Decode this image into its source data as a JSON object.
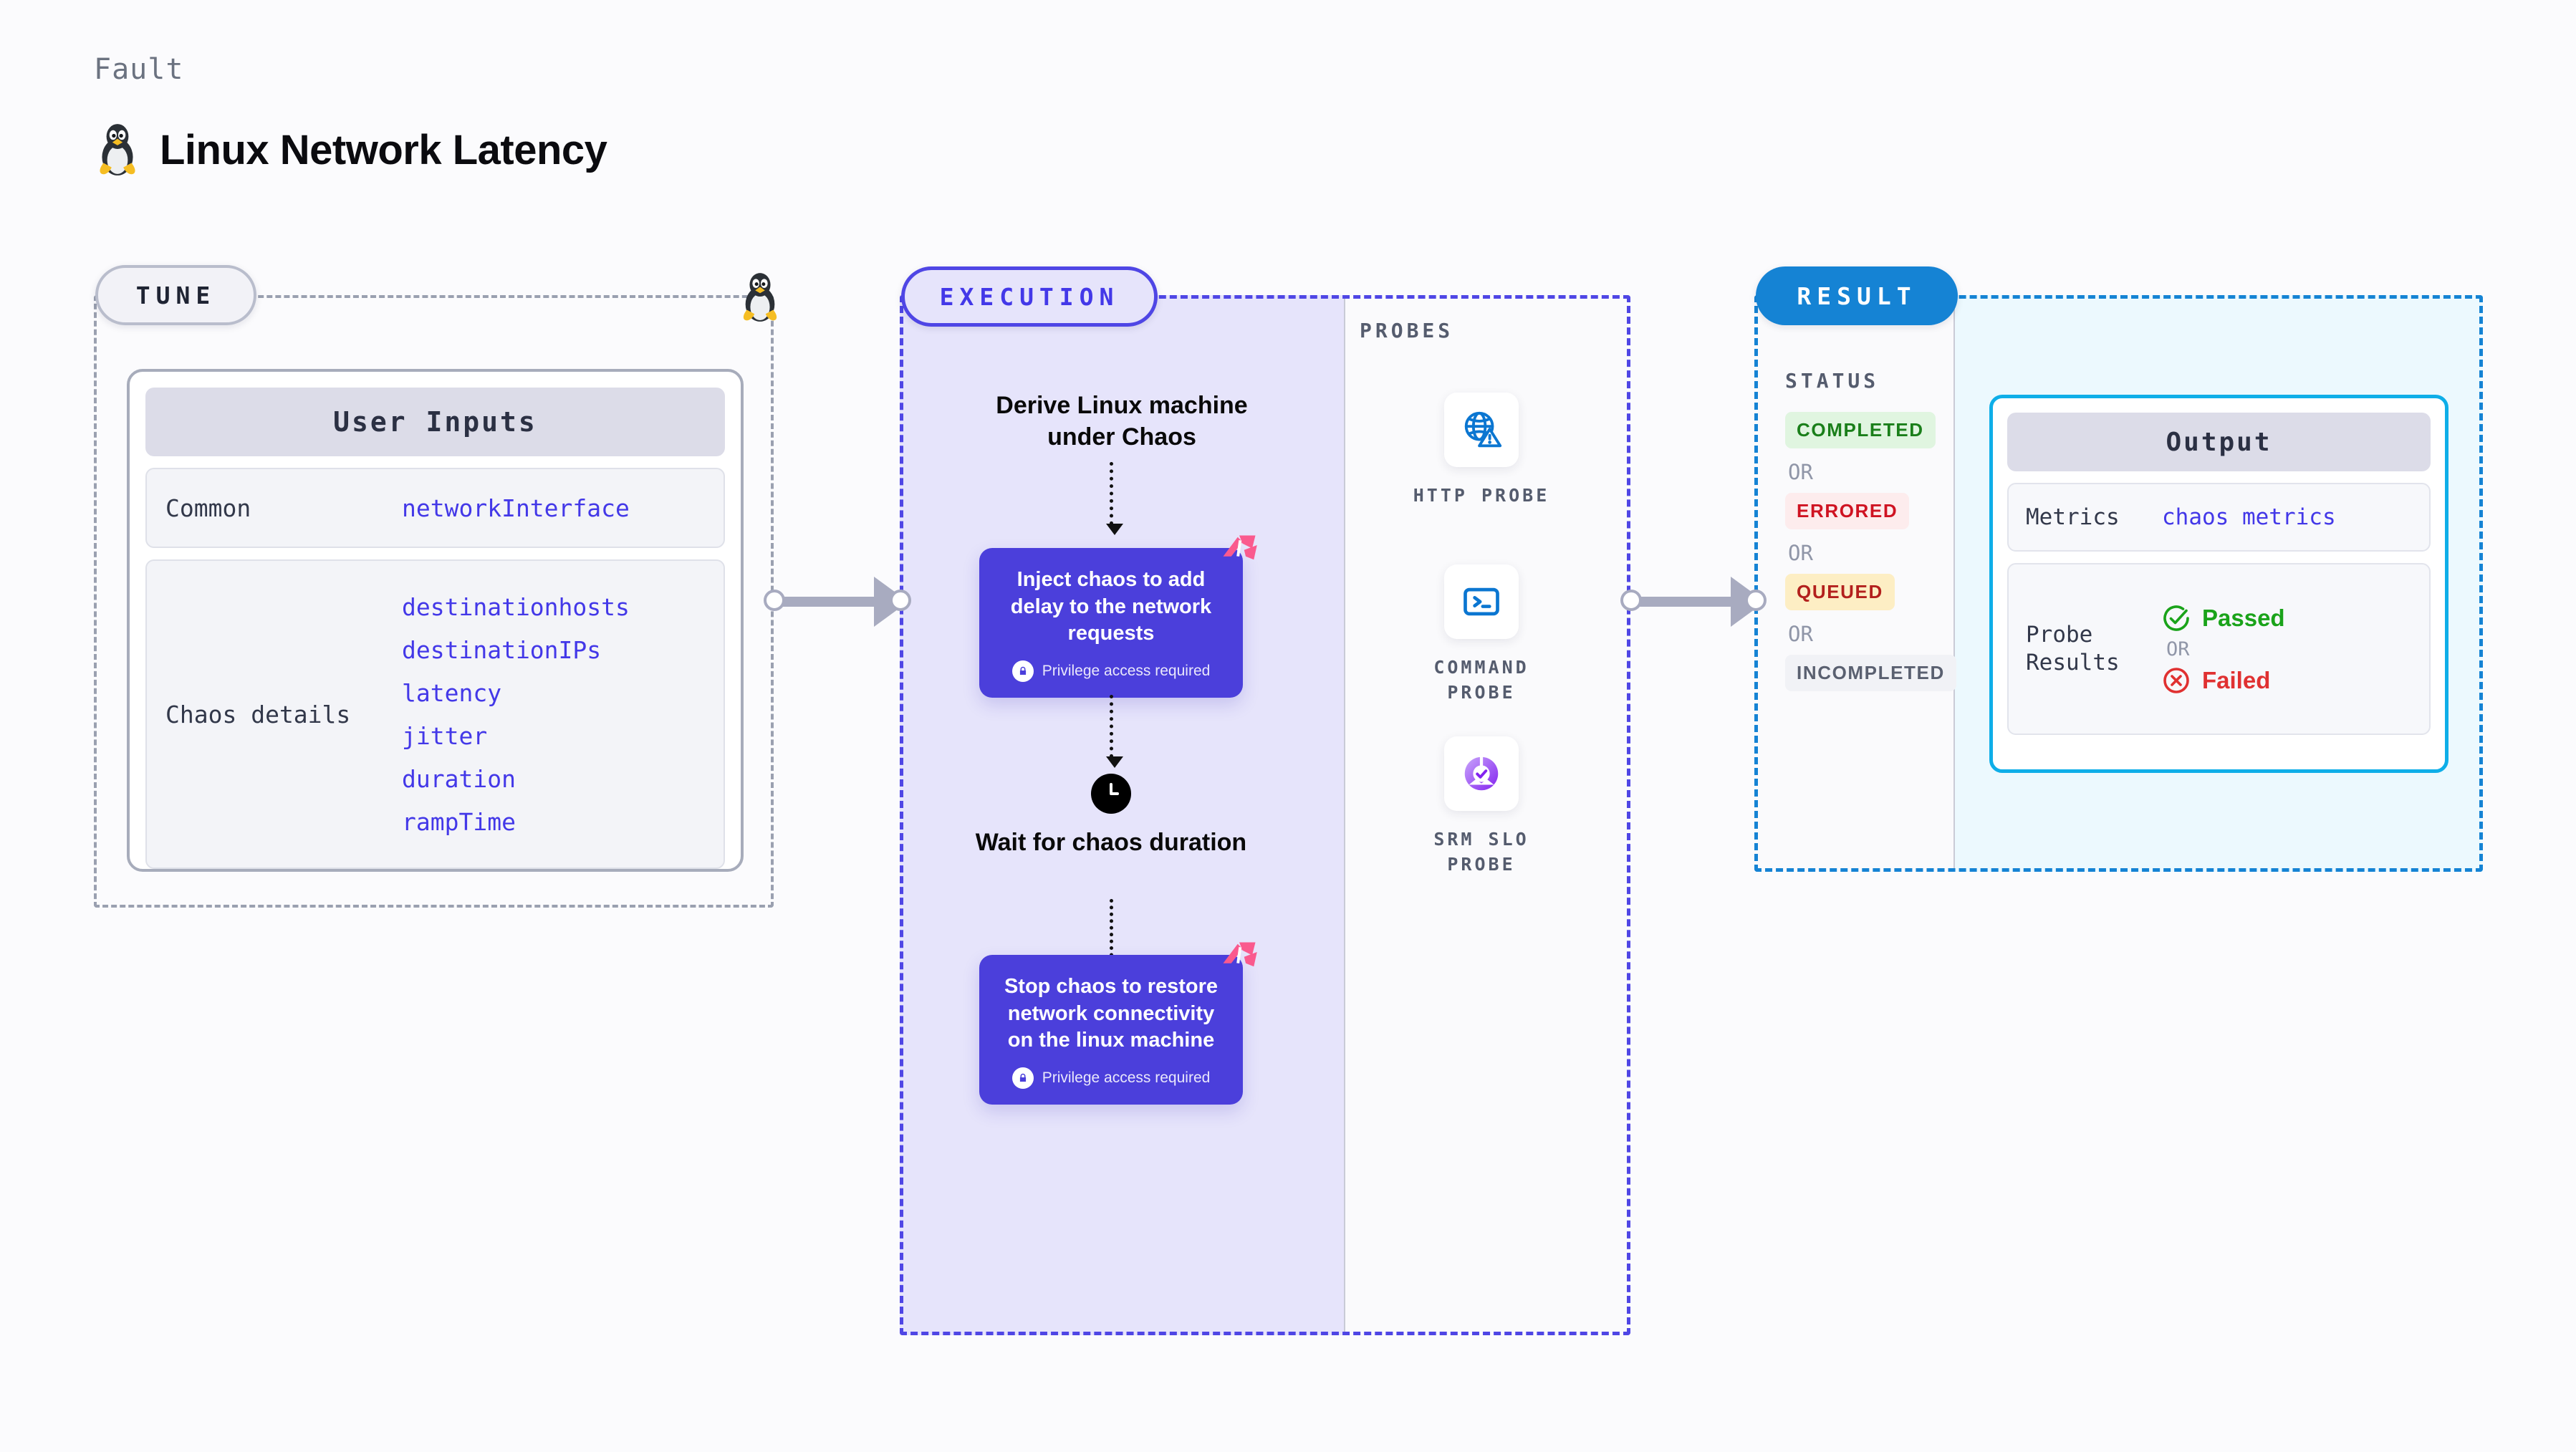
{
  "header": {
    "kicker": "Fault",
    "title": "Linux Network Latency",
    "icon": "linux-tux-icon"
  },
  "tune": {
    "pill_label": "TUNE",
    "edge_icon": "linux-tux-icon",
    "card_title": "User Inputs",
    "rows": [
      {
        "label": "Common",
        "values": [
          "networkInterface"
        ]
      },
      {
        "label": "Chaos details",
        "values": [
          "destinationhosts",
          "destinationIPs",
          "latency",
          "jitter",
          "duration",
          "rampTime"
        ]
      }
    ]
  },
  "execution": {
    "pill_label": "EXECUTION",
    "steps": [
      {
        "kind": "text",
        "label": "Derive Linux machine under Chaos"
      },
      {
        "kind": "box",
        "label": "Inject chaos to add delay to the network requests",
        "privilege": "Privilege access required",
        "badge": "harness-logo-icon"
      },
      {
        "kind": "text-icon",
        "icon": "clock-icon",
        "label": "Wait for chaos duration"
      },
      {
        "kind": "box",
        "label": "Stop chaos to restore network connectivity on the linux machine",
        "privilege": "Privilege access required",
        "badge": "harness-logo-icon"
      }
    ]
  },
  "probes": {
    "title": "PROBES",
    "items": [
      {
        "icon": "http-globe-warning-icon",
        "label": "HTTP PROBE"
      },
      {
        "icon": "command-terminal-icon",
        "label": "COMMAND PROBE"
      },
      {
        "icon": "srm-slo-gauge-icon",
        "label": "SRM SLO PROBE"
      }
    ]
  },
  "result": {
    "pill_label": "RESULT",
    "status_title": "STATUS",
    "or_label": "OR",
    "statuses": [
      {
        "label": "COMPLETED",
        "text_color": "#1a7f1a",
        "bg_color": "#e0f5e0"
      },
      {
        "label": "ERRORED",
        "text_color": "#cf1322",
        "bg_color": "#fdeced"
      },
      {
        "label": "QUEUED",
        "text_color": "#b3201d",
        "bg_color": "#fdeec4"
      },
      {
        "label": "INCOMPLETED",
        "text_color": "#5a6070",
        "bg_color": "#f1f2f6"
      }
    ],
    "output": {
      "title": "Output",
      "metrics_label": "Metrics",
      "metrics_value": "chaos metrics",
      "probe_results_label": "Probe Results",
      "passed_label": "Passed",
      "failed_label": "Failed",
      "or_label": "OR",
      "passed_icon": "check-circle-icon",
      "failed_icon": "x-circle-icon",
      "passed_color": "#1aa31a",
      "failed_color": "#e03131"
    }
  },
  "colors": {
    "accent_purple": "#4338e8",
    "exec_box": "#4b3fdb",
    "result_blue": "#1583d4",
    "output_border": "#0eaee8",
    "harness_pink": "#fa5a8e"
  }
}
